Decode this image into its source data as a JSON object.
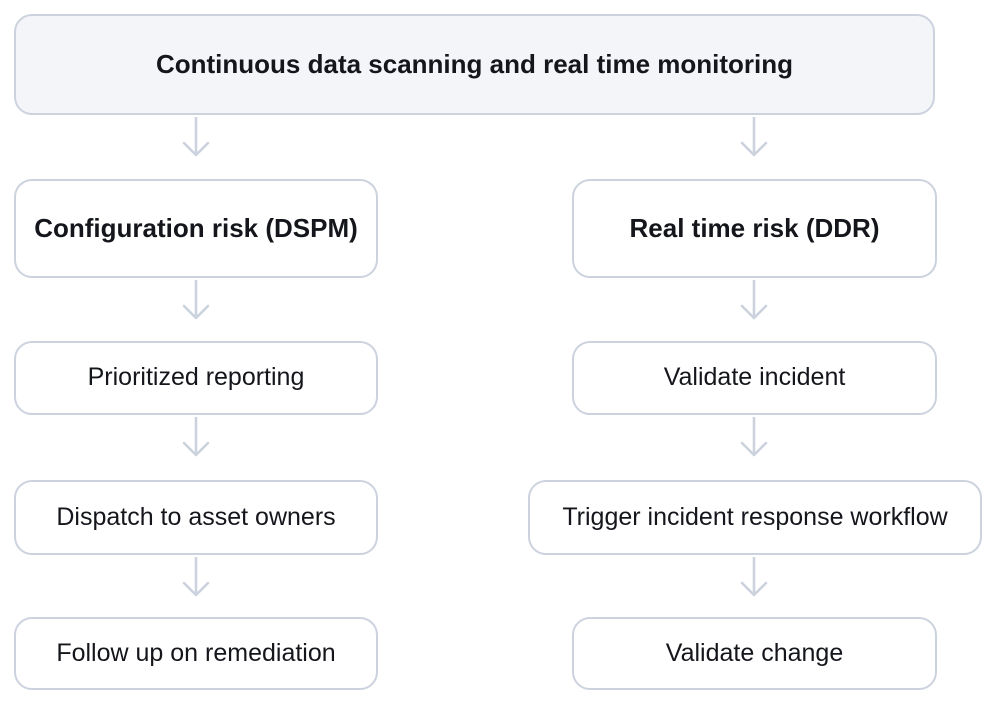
{
  "diagram": {
    "banner": {
      "label": "Continuous data scanning and real time monitoring"
    },
    "columns": [
      {
        "id": "dspm",
        "header": "Configuration risk (DSPM)",
        "steps": [
          "Prioritized reporting",
          "Dispatch to asset owners",
          "Follow up on remediation"
        ]
      },
      {
        "id": "ddr",
        "header": "Real time risk (DDR)",
        "steps": [
          "Validate incident",
          "Trigger incident response workflow",
          "Validate change"
        ]
      }
    ],
    "colors": {
      "banner_fill": "#f3f5f9",
      "box_fill": "#ffffff",
      "border": "#ccd2de",
      "arrow": "#ccd2de",
      "text": "#14161b"
    }
  }
}
